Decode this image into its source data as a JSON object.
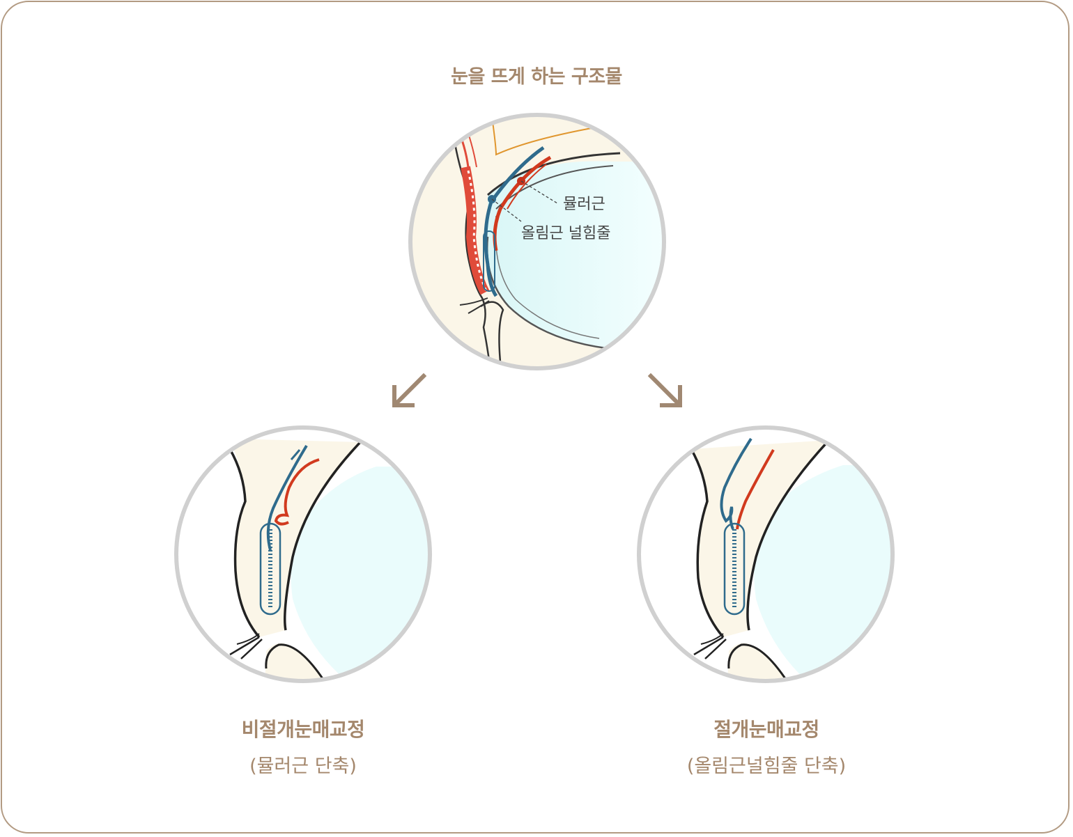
{
  "title": "눈을 뜨게 하는 구조물",
  "labels": {
    "muller": "뮬러근",
    "levator": "올림근 널힘줄"
  },
  "captions": {
    "left": {
      "name": "비절개눈매교정",
      "sub": "(뮬러근 단축)"
    },
    "right": {
      "name": "절개눈매교정",
      "sub": "(올림근널힘줄 단축)"
    }
  },
  "colors": {
    "frame": "#b29a82",
    "text": "#a4876c",
    "arrow": "#a08872",
    "skin": "#fbf6e8",
    "eye": "#eafcfc",
    "muller_red": "#d13a1e",
    "levator_blue": "#2f6b8c"
  },
  "icons": [
    "arrow-down-left-icon",
    "arrow-down-right-icon"
  ]
}
